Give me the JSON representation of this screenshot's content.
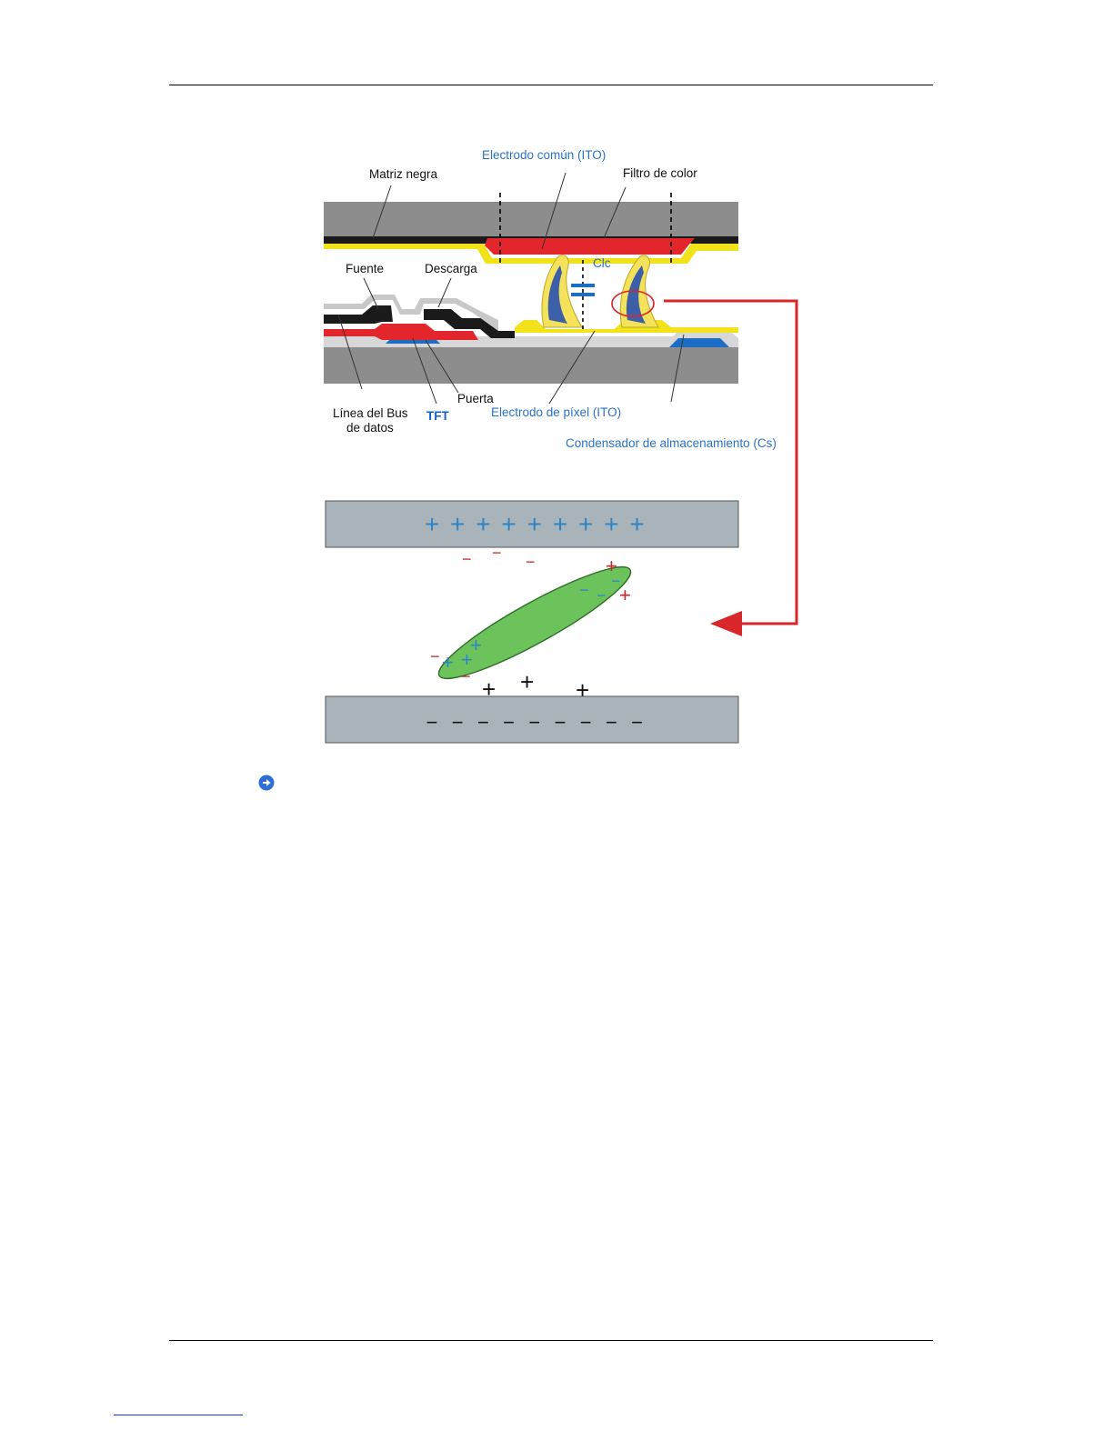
{
  "diagram": {
    "labels": {
      "common_electrode": "Electrodo común (ITO)",
      "black_matrix": "Matriz negra",
      "color_filter": "Filtro de color",
      "clc": "Clc",
      "source": "Fuente",
      "drain": "Descarga",
      "gate": "Puerta",
      "data_bus_line_1": "Línea del Bus",
      "data_bus_line_2": "de datos",
      "tft": "TFT",
      "pixel_electrode": "Electrodo de píxel (ITO)",
      "storage_capacitor": "Condensador de almacenamiento (Cs)"
    },
    "colors": {
      "glass": "#8d8d8d",
      "black_matrix": "#1a1a1a",
      "color_filter": "#e3262b",
      "ito": "#f2e21a",
      "tft_gate": "#1c6ec4",
      "arrow": "#d9262b",
      "plate": "#a9b4ba",
      "molecule": "#6cc35c",
      "plus_blue": "#2f84c6",
      "charge_red": "#c62828"
    }
  },
  "charges": {
    "top_plate": [
      "+",
      "+",
      "+",
      "+",
      "+",
      "+",
      "+",
      "+",
      "+"
    ],
    "bottom_plate": [
      "−",
      "−",
      "−",
      "−",
      "−",
      "−",
      "−",
      "−",
      "−"
    ]
  },
  "nav_icon": "arrow-right-circle-icon"
}
